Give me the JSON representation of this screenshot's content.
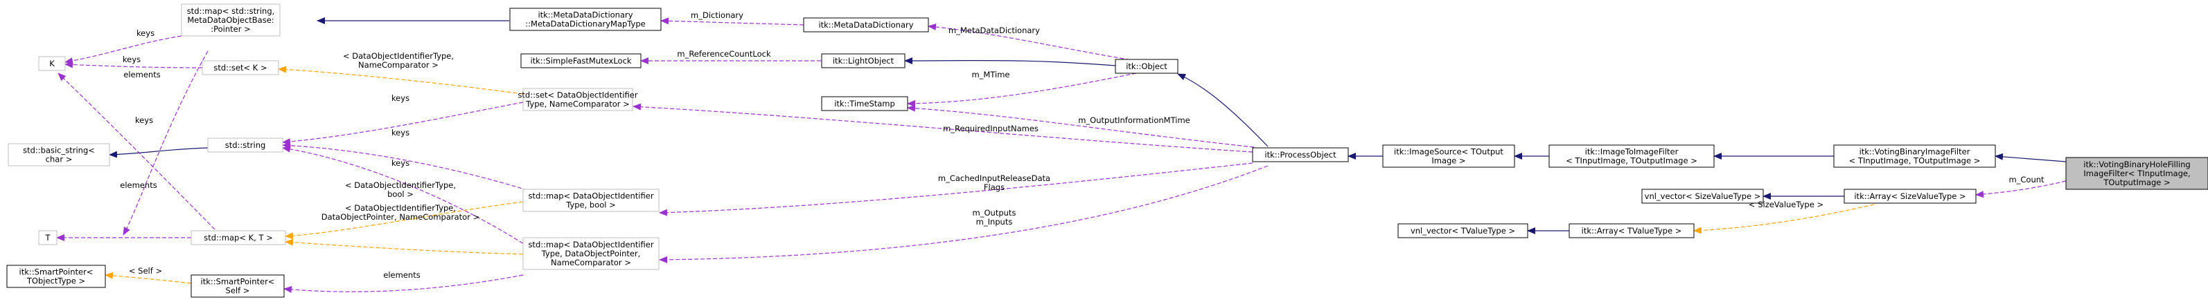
{
  "colors": {
    "inherit": "#191970",
    "usage": "#9a32cd",
    "template": "#ffa500",
    "node_border_black": "#000000",
    "node_border_gray": "#bfbfbf",
    "focus_fill": "#bfbfbf"
  },
  "nodes": [
    {
      "id": "n_mapstr",
      "lines": [
        "std::map< std::string,",
        "MetaDataObjectBase:",
        ":Pointer >"
      ]
    },
    {
      "id": "n_mddmaptype",
      "lines": [
        "itk::MetaDataDictionary",
        "::MetaDataDictionaryMapType"
      ]
    },
    {
      "id": "n_mdd",
      "lines": [
        "itk::MetaDataDictionary"
      ]
    },
    {
      "id": "n_K",
      "lines": [
        "K"
      ]
    },
    {
      "id": "n_setK",
      "lines": [
        "std::set< K >"
      ]
    },
    {
      "id": "n_mutex",
      "lines": [
        "itk::SimpleFastMutexLock"
      ]
    },
    {
      "id": "n_lightobj",
      "lines": [
        "itk::LightObject"
      ]
    },
    {
      "id": "n_object",
      "lines": [
        "itk::Object"
      ]
    },
    {
      "id": "n_setdoi",
      "lines": [
        "std::set< DataObjectIdentifier",
        "Type, NameComparator >"
      ]
    },
    {
      "id": "n_timestamp",
      "lines": [
        "itk::TimeStamp"
      ]
    },
    {
      "id": "n_basicstring",
      "lines": [
        "std::basic_string<",
        "char >"
      ]
    },
    {
      "id": "n_string",
      "lines": [
        "std::string"
      ]
    },
    {
      "id": "n_processobj",
      "lines": [
        "itk::ProcessObject"
      ]
    },
    {
      "id": "n_imgsrc",
      "lines": [
        "itk::ImageSource< TOutput",
        "Image >"
      ]
    },
    {
      "id": "n_img2img",
      "lines": [
        "itk::ImageToImageFilter",
        "< TInputImage, TOutputImage >"
      ]
    },
    {
      "id": "n_vbif",
      "lines": [
        "itk::VotingBinaryImageFilter",
        "< TInputImage, TOutputImage >"
      ]
    },
    {
      "id": "n_focus",
      "lines": [
        "itk::VotingBinaryHoleFilling",
        "ImageFilter< TInputImage,",
        "TOutputImage >"
      ]
    },
    {
      "id": "n_T",
      "lines": [
        "T"
      ]
    },
    {
      "id": "n_mapKT",
      "lines": [
        "std::map< K, T >"
      ]
    },
    {
      "id": "n_mapdoibool",
      "lines": [
        "std::map< DataObjectIdentifier",
        "Type, bool >"
      ]
    },
    {
      "id": "n_vnlsize",
      "lines": [
        "vnl_vector< SizeValueType >"
      ]
    },
    {
      "id": "n_arrsize",
      "lines": [
        "itk::Array< SizeValueType >"
      ]
    },
    {
      "id": "n_mapdoiptr",
      "lines": [
        "std::map< DataObjectIdentifier",
        "Type, DataObjectPointer,",
        "NameComparator >"
      ]
    },
    {
      "id": "n_vnlT",
      "lines": [
        "vnl_vector< TValueType >"
      ]
    },
    {
      "id": "n_arrT",
      "lines": [
        "itk::Array< TValueType >"
      ]
    },
    {
      "id": "n_spT",
      "lines": [
        "itk::SmartPointer<",
        "TObjectType >"
      ]
    },
    {
      "id": "n_spSelf",
      "lines": [
        "itk::SmartPointer<",
        "Self >"
      ]
    }
  ],
  "edge_labels": [
    {
      "id": "l_dictionary",
      "lines": [
        "m_Dictionary"
      ]
    },
    {
      "id": "l_mdd",
      "lines": [
        "m_MetaDataDictionary"
      ]
    },
    {
      "id": "l_keys1",
      "lines": [
        "keys"
      ]
    },
    {
      "id": "l_keys2",
      "lines": [
        "keys"
      ]
    },
    {
      "id": "l_elements1",
      "lines": [
        "elements"
      ]
    },
    {
      "id": "l_refcount",
      "lines": [
        "m_ReferenceCountLock"
      ]
    },
    {
      "id": "l_setK_tpl",
      "lines": [
        "< DataObjectIdentifierType,",
        "NameComparator >"
      ]
    },
    {
      "id": "l_mtime",
      "lines": [
        "m_MTime"
      ]
    },
    {
      "id": "l_keys3",
      "lines": [
        "keys"
      ]
    },
    {
      "id": "l_keys4",
      "lines": [
        "keys"
      ]
    },
    {
      "id": "l_outinfo",
      "lines": [
        "m_OutputInformationMTime"
      ]
    },
    {
      "id": "l_reqinput",
      "lines": [
        "m_RequiredInputNames"
      ]
    },
    {
      "id": "l_keys5",
      "lines": [
        "keys"
      ]
    },
    {
      "id": "l_keys6",
      "lines": [
        "keys"
      ]
    },
    {
      "id": "l_cached",
      "lines": [
        "m_CachedInputReleaseData",
        "Flags"
      ]
    },
    {
      "id": "l_elements2",
      "lines": [
        "elements"
      ]
    },
    {
      "id": "l_mapKT_tpl1",
      "lines": [
        "< DataObjectIdentifierType,",
        "bool >"
      ]
    },
    {
      "id": "l_mapKT_tpl2",
      "lines": [
        "< DataObjectIdentifierType,",
        "DataObjectPointer, NameComparator >"
      ]
    },
    {
      "id": "l_count",
      "lines": [
        "m_Count"
      ]
    },
    {
      "id": "l_sizevt",
      "lines": [
        "< SizeValueType >"
      ]
    },
    {
      "id": "l_outputs",
      "lines": [
        "m_Outputs",
        "m_Inputs"
      ]
    },
    {
      "id": "l_self",
      "lines": [
        "< Self >"
      ]
    },
    {
      "id": "l_elements3",
      "lines": [
        "elements"
      ]
    }
  ]
}
